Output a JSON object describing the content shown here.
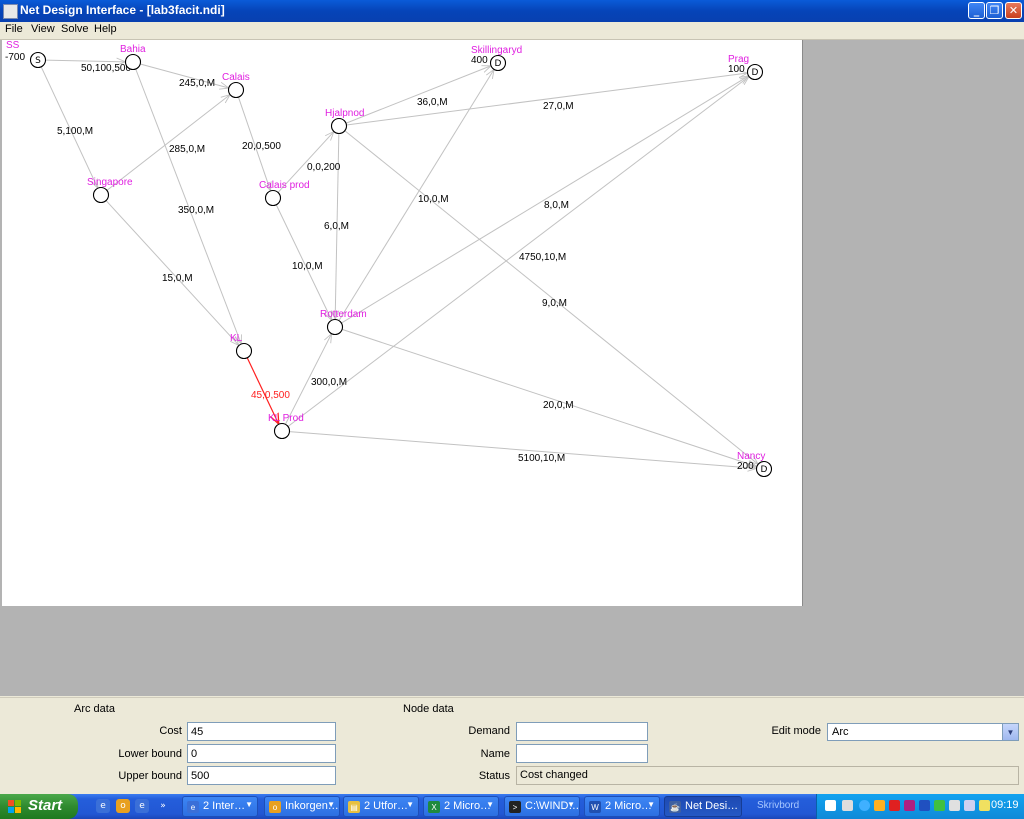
{
  "window": {
    "title": "Net Design Interface - [lab3facit.ndi]"
  },
  "menu": [
    "File",
    "View",
    "Solve",
    "Help"
  ],
  "nodes": [
    {
      "id": "SS",
      "name": "SS",
      "letter": "S",
      "value": "-700"
    },
    {
      "id": "Bahia",
      "name": "Bahia",
      "letter": "",
      "value": ""
    },
    {
      "id": "Calais",
      "name": "Calais",
      "letter": "",
      "value": ""
    },
    {
      "id": "Singapore",
      "name": "Singapore",
      "letter": "",
      "value": ""
    },
    {
      "id": "CalaisProd",
      "name": "Calais prod",
      "letter": "",
      "value": ""
    },
    {
      "id": "Hjalpnod",
      "name": "Hjalpnod",
      "letter": "",
      "value": ""
    },
    {
      "id": "Skillingaryd",
      "name": "Skillingaryd",
      "letter": "D",
      "value": "400"
    },
    {
      "id": "Prag",
      "name": "Prag",
      "letter": "D",
      "value": "100"
    },
    {
      "id": "KL",
      "name": "KL",
      "letter": "",
      "value": ""
    },
    {
      "id": "Rotterdam",
      "name": "Rotterdam",
      "letter": "",
      "value": ""
    },
    {
      "id": "KLProd",
      "name": "KL Prod",
      "letter": "",
      "value": ""
    },
    {
      "id": "Nancy",
      "name": "Nancy",
      "letter": "D",
      "value": "200"
    }
  ],
  "arcs": [
    {
      "from": "SS",
      "to": "Bahia",
      "label": "50,100,500",
      "selected": false
    },
    {
      "from": "SS",
      "to": "Singapore",
      "label": "5,100,M",
      "selected": false
    },
    {
      "from": "Bahia",
      "to": "Calais",
      "label": "245,0,M",
      "selected": false
    },
    {
      "from": "Bahia",
      "to": "KL",
      "label": "350,0,M",
      "selected": false
    },
    {
      "from": "Singapore",
      "to": "Calais",
      "label": "285,0,M",
      "selected": false
    },
    {
      "from": "Singapore",
      "to": "KL",
      "label": "15,0,M",
      "selected": false
    },
    {
      "from": "Calais",
      "to": "CalaisProd",
      "label": "20,0,500",
      "selected": false
    },
    {
      "from": "CalaisProd",
      "to": "Hjalpnod",
      "label": "0,0,200",
      "selected": false
    },
    {
      "from": "CalaisProd",
      "to": "Rotterdam",
      "label": "10,0,M",
      "selected": false
    },
    {
      "from": "Hjalpnod",
      "to": "Skillingaryd",
      "label": "36,0,M",
      "selected": false
    },
    {
      "from": "Hjalpnod",
      "to": "Prag",
      "label": "27,0,M",
      "selected": false
    },
    {
      "from": "Hjalpnod",
      "to": "Rotterdam",
      "label": "6,0,M",
      "selected": false
    },
    {
      "from": "Hjalpnod",
      "to": "Nancy",
      "label": "9,0,M",
      "selected": false
    },
    {
      "from": "Rotterdam",
      "to": "Skillingaryd",
      "label": "10,0,M",
      "selected": false
    },
    {
      "from": "Rotterdam",
      "to": "Prag",
      "label": "8,0,M",
      "selected": false
    },
    {
      "from": "Rotterdam",
      "to": "Nancy",
      "label": "20,0,M",
      "selected": false
    },
    {
      "from": "KL",
      "to": "KLProd",
      "label": "45,0,500",
      "selected": true
    },
    {
      "from": "KLProd",
      "to": "Rotterdam",
      "label": "300,0,M",
      "selected": false
    },
    {
      "from": "KLProd",
      "to": "Prag",
      "label": "4750,10,M",
      "selected": false
    },
    {
      "from": "KLProd",
      "to": "Nancy",
      "label": "5100,10,M",
      "selected": false
    }
  ],
  "arc_data": {
    "title": "Arc data",
    "cost_label": "Cost",
    "cost_value": "45",
    "lower_label": "Lower bound",
    "lower_value": "0",
    "upper_label": "Upper bound",
    "upper_value": "500"
  },
  "node_data": {
    "title": "Node data",
    "demand_label": "Demand",
    "demand_value": "",
    "name_label": "Name",
    "name_value": "",
    "status_label": "Status",
    "status_value": "Cost changed"
  },
  "edit_mode": {
    "label": "Edit mode",
    "value": "Arc"
  },
  "taskbar": {
    "start_label": "Start",
    "tasks": [
      {
        "label": "2 Inter…",
        "icon": "ie-icon"
      },
      {
        "label": "Inkorgen…",
        "icon": "outlook-icon"
      },
      {
        "label": "2 Utfor…",
        "icon": "folder-icon"
      },
      {
        "label": "2 Micro…",
        "icon": "excel-icon"
      },
      {
        "label": "C:\\WIND…",
        "icon": "cmd-icon"
      },
      {
        "label": "2 Micro…",
        "icon": "word-icon"
      },
      {
        "label": "Net Desi…",
        "icon": "java-icon"
      }
    ],
    "desktop_label": "Skrivbord",
    "clock": "09:19"
  },
  "colors": {
    "node_name": "#e020e0",
    "selected_arc": "#ff2020",
    "edge": "#c2c2c2"
  }
}
